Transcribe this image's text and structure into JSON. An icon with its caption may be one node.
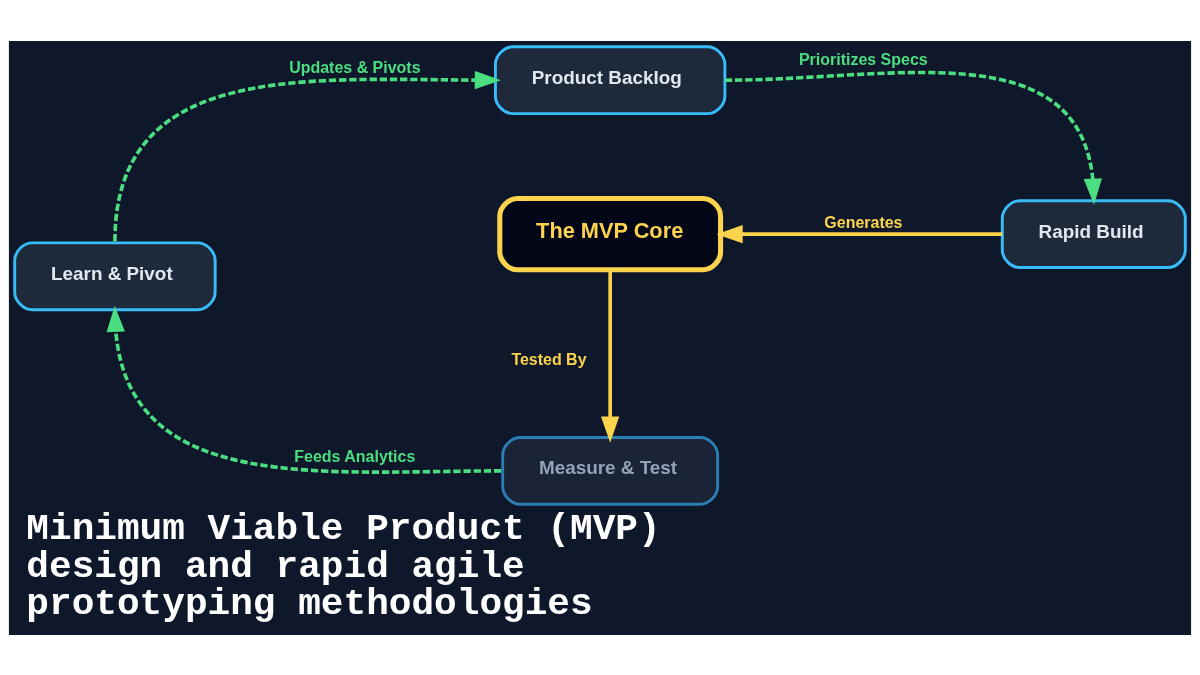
{
  "diagram": {
    "title": "Minimum Viable Product (MVP) design and rapid agile prototyping methodologies",
    "nodes": [
      {
        "text": [
          "Product Backlog"
        ]
      },
      {
        "text": [
          "Learn & Pivot"
        ]
      },
      {
        "text": [
          "The MVP Core"
        ]
      },
      {
        "text": [
          "Rapid Build"
        ]
      },
      {
        "text": [
          "Measure & Test"
        ]
      }
    ],
    "edges": [
      {
        "from": 1,
        "to": 0,
        "arrow": "to",
        "label": "Updates & Pivots",
        "style": "dashed"
      },
      {
        "from": 0,
        "to": 3,
        "arrow": "to",
        "label": "Prioritizes Specs",
        "style": "dashed"
      },
      {
        "from": 3,
        "to": 2,
        "arrow": "to",
        "label": "Generates",
        "color": "#fcd34d"
      },
      {
        "from": 2,
        "to": 4,
        "arrow": "to",
        "label": "Tested By",
        "color": "#fcd34d"
      },
      {
        "from": 4,
        "to": 1,
        "arrow": "to",
        "label": "Feeds Analytics",
        "style": "dashed"
      }
    ]
  }
}
